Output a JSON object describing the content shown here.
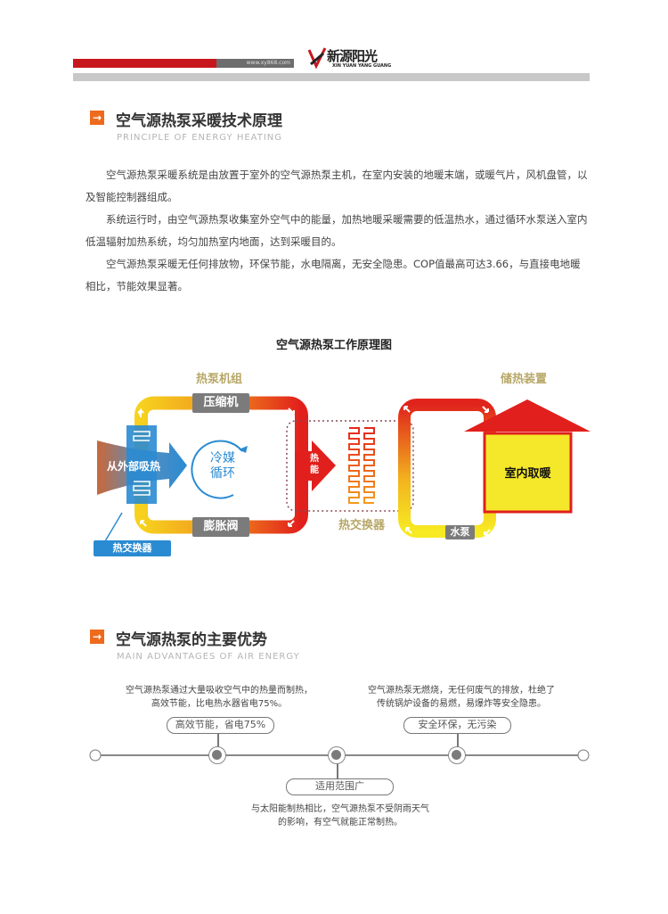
{
  "header": {
    "website": "www.xy868.com",
    "logo_cn": "新源阳光",
    "logo_en": "XIN YUAN YANG GUANG"
  },
  "section1": {
    "title": "空气源热泵采暖技术原理",
    "subtitle": "PRINCIPLE OF ENERGY HEATING",
    "paragraphs": [
      "空气源热泵采暖系统是由放置于室外的空气源热泵主机，在室内安装的地暖末端，或暖气片，风机盘管，以及智能控制器组成。",
      "系统运行时，由空气源热泵收集室外空气中的能量，加热地暖采暖需要的低温热水，通过循环水泵送入室内低温辐射加热系统，均匀加热室内地面，达到采暖目的。",
      "空气源热泵采暖无任何排放物，环保节能，水电隔离，无安全隐患。COP值最高可达3.66，与直接电地暖相比，节能效果显著。"
    ]
  },
  "diagram": {
    "title": "空气源热泵工作原理图",
    "heat_pump_unit": "热泵机组",
    "storage": "储热装置",
    "compressor": "压缩机",
    "expansion_valve": "膨胀阀",
    "absorb": "从外部吸热",
    "refrigerant_l1": "冷媒",
    "refrigerant_l2": "循环",
    "heat_energy": "热能",
    "heat_exchanger_mid": "热交换器",
    "heat_exchanger_left": "热交换器",
    "water_pump": "水泵",
    "indoor": "室内取暖"
  },
  "section2": {
    "title": "空气源热泵的主要优势",
    "subtitle": "MAIN ADVANTAGES OF AIR ENERGY",
    "advantages": [
      {
        "label": "高效节能，省电75%",
        "desc1": "空气源热泵通过大量吸收空气中的热量而制热，",
        "desc2": "高效节能，比电热水器省电75%。"
      },
      {
        "label": "适用范围广",
        "desc1": "与太阳能制热相比，空气源热泵不受阴雨天气",
        "desc2": "的影响，有空气就能正常制热。"
      },
      {
        "label": "安全环保，无污染",
        "desc1": "空气源热泵无燃烧，无任何废气的排放，杜绝了",
        "desc2": "传统锅炉设备的易燃，易爆炸等安全隐患。"
      }
    ]
  },
  "colors": {
    "accent": "#ee6a1c",
    "red": "#c8161d",
    "blue": "#2a8bd2",
    "yellow": "#f5e82a"
  }
}
